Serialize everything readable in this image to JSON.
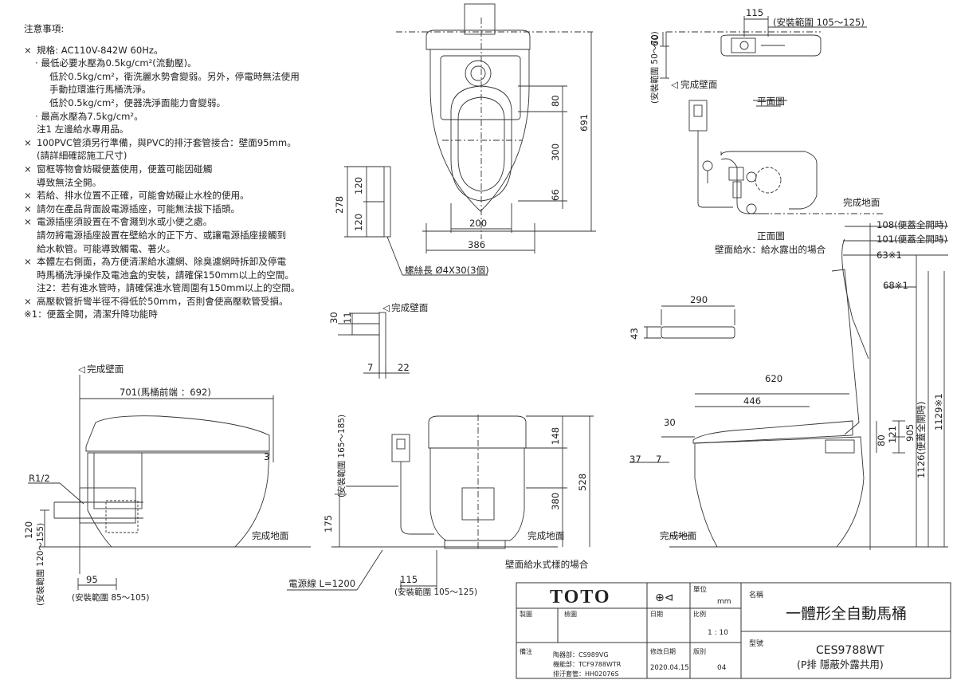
{
  "notes": {
    "title": "注意事項:",
    "lines": [
      {
        "mark": "×",
        "indent": 0,
        "text": "規格: AC110V-842W  60Hz。"
      },
      {
        "mark": "",
        "indent": 1,
        "text": "· 最低必要水壓為0.5kg/cm²(流動壓)。"
      },
      {
        "mark": "",
        "indent": 2,
        "text": "低於0.5kg/cm²，衛洗麗水勢會變弱。另外，停電時無法使用"
      },
      {
        "mark": "",
        "indent": 2,
        "text": "手動拉環進行馬桶洗淨。"
      },
      {
        "mark": "",
        "indent": 2,
        "text": "低於0.5kg/cm²，便器洗淨面能力會變弱。"
      },
      {
        "mark": "",
        "indent": 1,
        "text": "· 最高水壓為7.5kg/cm²。"
      },
      {
        "mark": "",
        "indent": 3,
        "text": "注1 左邊給水專用品。"
      },
      {
        "mark": "×",
        "indent": 0,
        "text": "100PVC管須另行準備，與PVC的排汙套管接合：壁面95mm。"
      },
      {
        "mark": "",
        "indent": 3,
        "text": "(請詳細確認施工尺寸)"
      },
      {
        "mark": "×",
        "indent": 0,
        "text": "窗框等物會妨礙便蓋使用，便蓋可能因碰觸"
      },
      {
        "mark": "",
        "indent": 3,
        "text": "導致無法全開。"
      },
      {
        "mark": "×",
        "indent": 0,
        "text": "若給、排水位置不正確，可能會妨礙止水栓的使用。"
      },
      {
        "mark": "×",
        "indent": 0,
        "text": "請勿在產品背面設電源插座，可能無法拔下插頭。"
      },
      {
        "mark": "×",
        "indent": 0,
        "text": "電源插座須設置在不會濺到水或小便之處。"
      },
      {
        "mark": "",
        "indent": 3,
        "text": "請勿將電源插座設置在壁給水的正下方、或讓電源插座接觸到"
      },
      {
        "mark": "",
        "indent": 3,
        "text": "給水軟管。可能導致觸電、著火。"
      },
      {
        "mark": "×",
        "indent": 0,
        "text": "本體左右側面，為方便清潔給水濾網、除臭濾網時拆卸及停電"
      },
      {
        "mark": "",
        "indent": 3,
        "text": "時馬桶洗淨操作及電池盒的安裝，請確保150mm以上的空間。"
      },
      {
        "mark": "",
        "indent": 3,
        "text": "注2：若有進水管時，請確保進水管周圍有150mm以上的空間。"
      },
      {
        "mark": "×",
        "indent": 0,
        "text": "高壓軟管折彎半徑不得低於50mm，否則會使高壓軟管受損。"
      },
      {
        "mark": "",
        "indent": 0,
        "text": "※1：便蓋全開，清潔升降功能時"
      }
    ]
  },
  "top_view": {
    "dims": {
      "d80": "80",
      "d300": "300",
      "d66": "66",
      "d691": "691",
      "d200": "200",
      "d386": "386",
      "d120a": "120",
      "d120b": "120",
      "d278": "278"
    },
    "screw_note": "螺絲長 Ø4X30(3個)"
  },
  "plan_view": {
    "d115": "115",
    "install_range": "(安裝範圍 105～125)",
    "d60": "60",
    "range_vertical": "(安裝範圍 50～70)",
    "finish_wall": "完成壁面",
    "title": "平面圖"
  },
  "front_view": {
    "finish_floor": "完成地面",
    "title": "正面圖",
    "subtitle": "壁面給水：給水露出的場合"
  },
  "bracket_detail": {
    "finish_wall": "完成壁面",
    "d30": "30",
    "d11": "11",
    "d7": "7",
    "d22": "22"
  },
  "side_view_left": {
    "finish_wall": "完成壁面",
    "d701": "701(馬桶前端 ：692)",
    "d3": "3",
    "r12": "R1/2",
    "d120": "120",
    "range_v": "(安裝範圍 120～155)",
    "finish_floor": "完成地面",
    "d95": "95",
    "range_h": "(安裝範圍 85～105)"
  },
  "rear_view": {
    "d148": "148",
    "d528": "528",
    "d380": "380",
    "d175": "175",
    "range_v": "(安裝範圍 165～185)",
    "finish_floor": "完成地面",
    "cable": "電源線  L=1200",
    "d115": "115",
    "range_h": "(安裝範圍 105～125)",
    "caption": "壁面給水式樣的場合"
  },
  "remote": {
    "d290": "290",
    "d43": "43"
  },
  "side_view_right": {
    "d108": "108(便蓋全開時)",
    "d101": "101(便蓋全開時)",
    "d63": "63※1",
    "d68": "68※1",
    "d620": "620",
    "d446": "446",
    "d30": "30",
    "d37": "37",
    "d7": "7",
    "d80": "80",
    "d121": "121",
    "d905": "905",
    "d1126": "1126(便蓋全開時)",
    "d1129": "1129※1",
    "finish_floor": "完成地面"
  },
  "title_block": {
    "brand": "TOTO",
    "unit_label": "單位",
    "unit": "mm",
    "name_label": "名稱",
    "name": "一體形全自動馬桶",
    "drawn_label": "製圖",
    "checked_label": "檢圖",
    "date_label": "日期",
    "scale_label": "比例",
    "scale": "1 : 10",
    "model_label": "型號",
    "model": "CES9788WT",
    "model_note": "(P排 隱蔽外露共用)",
    "remark_label": "備注",
    "parts": [
      "陶器部：CS989VG",
      "機能部：TCF9788WTR",
      "排汙套管：HH02076S"
    ],
    "revdate_label": "修改日期",
    "revdate": "2020.04.15",
    "version_label": "版別",
    "version": "04"
  }
}
